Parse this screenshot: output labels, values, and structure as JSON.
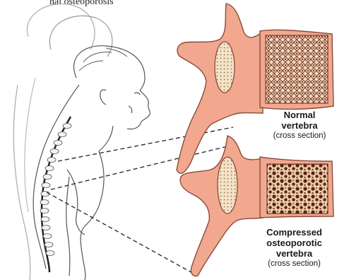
{
  "caption_partial": "nal osteoporosis",
  "labels": {
    "normal": {
      "line1": "Normal",
      "line2": "vertebra",
      "line3": "(cross section)"
    },
    "compressed": {
      "line1": "Compressed",
      "line2": "osteoporotic",
      "line3": "vertebra",
      "line4": "(cross section)"
    }
  },
  "colors": {
    "bone_pink": "#f0a58e",
    "bone_outline": "#8a4a3a",
    "marrow": "#6b2a1c",
    "spongy_bg": "#e8d6b8",
    "line_art": "#555555"
  }
}
